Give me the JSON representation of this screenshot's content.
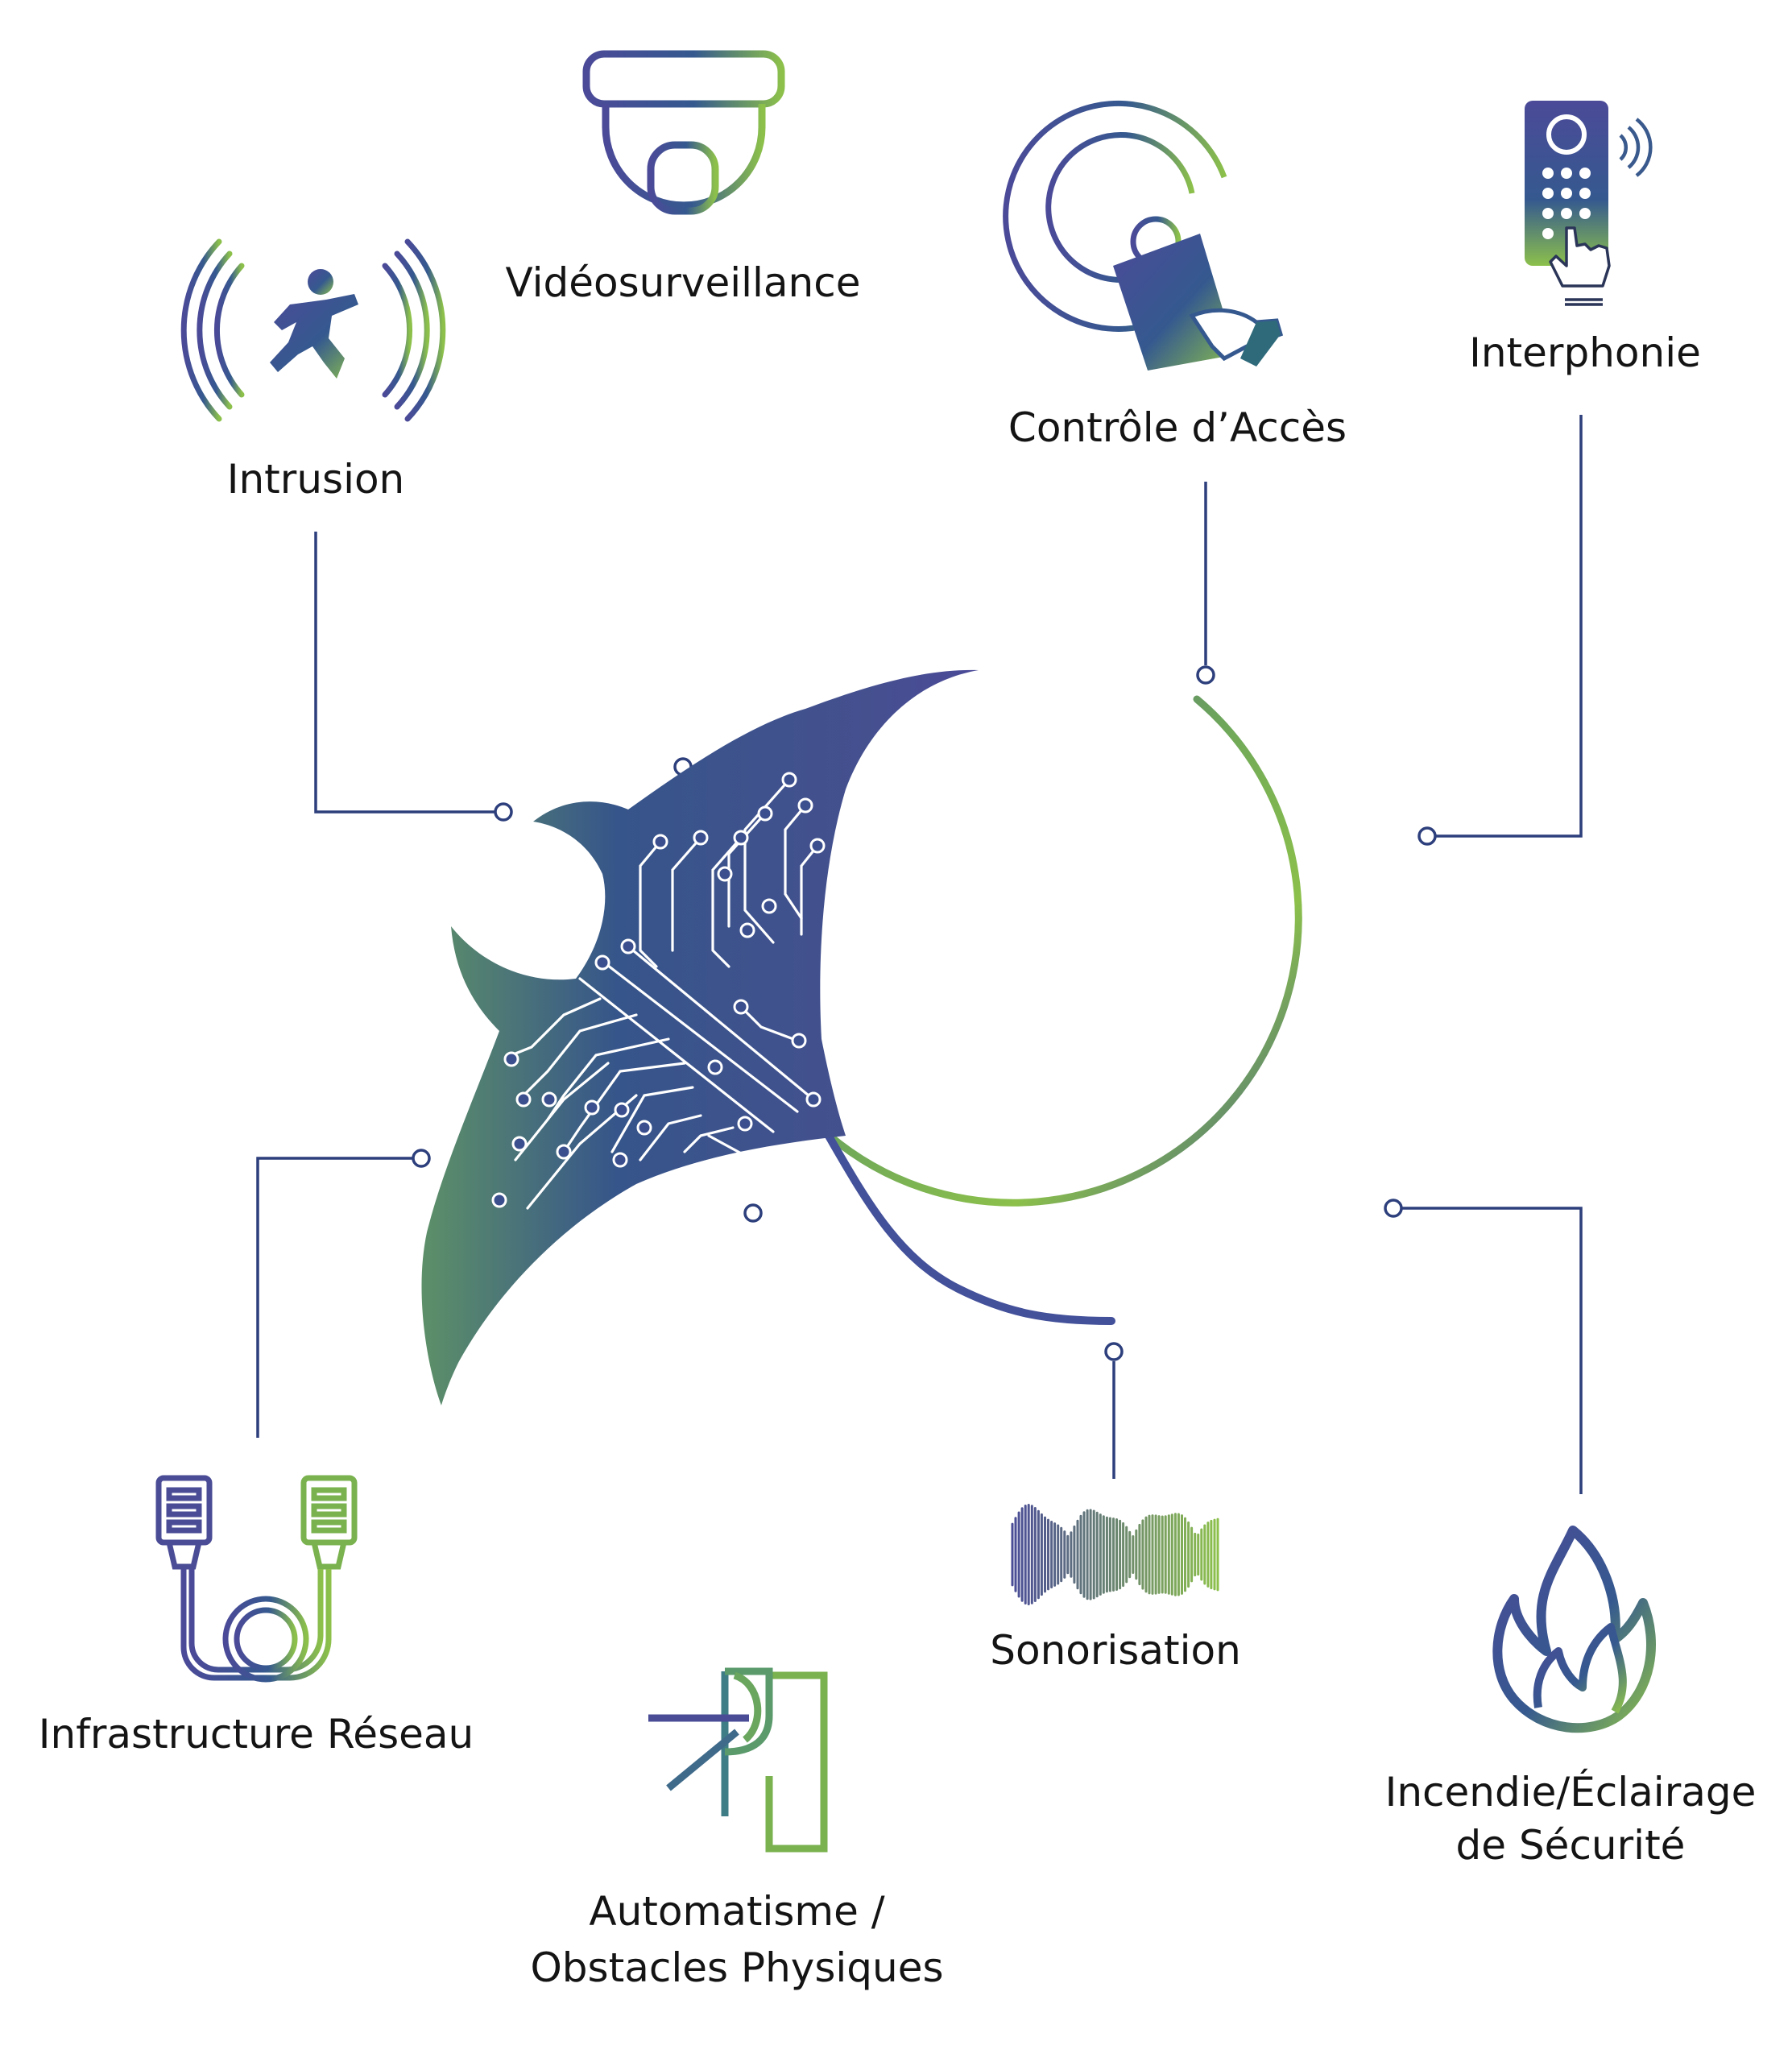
{
  "colors": {
    "navy": "#2d3f7c",
    "purple": "#4a4c96",
    "blue": "#35558f",
    "green": "#8cc04b",
    "teal": "#3f7d86",
    "text": "#141414"
  },
  "labels": {
    "intrusion": "Intrusion",
    "video": "Vidéosurveillance",
    "access": "Contrôle d’Accès",
    "intercom": "Interphonie",
    "network": "Infrastructure Réseau",
    "automation_1": "Automatisme /",
    "automation_2": "Obstacles Physiques",
    "sound": "Sonorisation",
    "fire_1": "Incendie/Éclairage",
    "fire_2": "de Sécurité"
  },
  "icons": {
    "intrusion": "running-person-sensor-icon",
    "video": "dome-camera-icon",
    "access": "access-card-reader-icon",
    "intercom": "intercom-keypad-icon",
    "network": "network-cable-icon",
    "automation": "turnstile-gate-icon",
    "sound": "sound-wave-icon",
    "fire": "flame-icon"
  }
}
